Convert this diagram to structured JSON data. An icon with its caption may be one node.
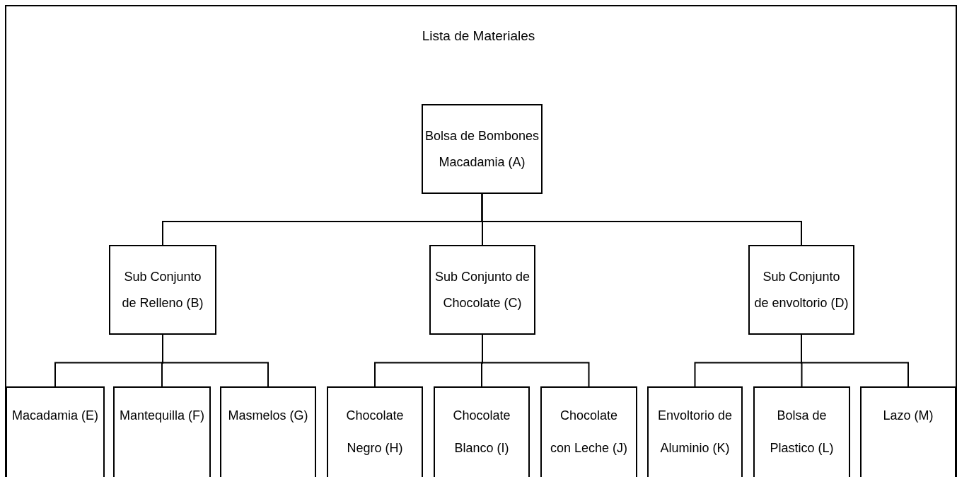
{
  "diagram": {
    "title": "Lista de Materiales",
    "nodes": [
      {
        "text": [
          "Bolsa de Bombones Macadamia (A)"
        ]
      },
      {
        "text": [
          "Sub Conjunto de Relleno (B)"
        ]
      },
      {
        "text": [
          "Sub Conjunto de Chocolate (C)"
        ]
      },
      {
        "text": [
          "Sub Conjunto de envoltorio (D)"
        ]
      },
      {
        "text": [
          "Macadamia (E)"
        ]
      },
      {
        "text": [
          "Mantequilla (F)"
        ]
      },
      {
        "text": [
          "Masmelos (G)"
        ]
      },
      {
        "text": [
          "Chocolate Negro (H)"
        ]
      },
      {
        "text": [
          "Chocolate Blanco (I)"
        ]
      },
      {
        "text": [
          "Chocolate con Leche (J)"
        ]
      },
      {
        "text": [
          "Envoltorio de Aluminio (K)"
        ]
      },
      {
        "text": [
          "Bolsa de Plastico (L)"
        ]
      },
      {
        "text": [
          "Lazo (M)"
        ]
      }
    ],
    "edges": [
      {
        "from": 0,
        "to": 1,
        "arrow": "none"
      },
      {
        "from": 0,
        "to": 2,
        "arrow": "none"
      },
      {
        "from": 0,
        "to": 3,
        "arrow": "none"
      },
      {
        "from": 1,
        "to": 4,
        "arrow": "none"
      },
      {
        "from": 1,
        "to": 5,
        "arrow": "none"
      },
      {
        "from": 1,
        "to": 6,
        "arrow": "none"
      },
      {
        "from": 2,
        "to": 7,
        "arrow": "none"
      },
      {
        "from": 2,
        "to": 8,
        "arrow": "none"
      },
      {
        "from": 2,
        "to": 9,
        "arrow": "none"
      },
      {
        "from": 3,
        "to": 10,
        "arrow": "none"
      },
      {
        "from": 3,
        "to": 11,
        "arrow": "none"
      },
      {
        "from": 3,
        "to": 12,
        "arrow": "none"
      }
    ]
  }
}
